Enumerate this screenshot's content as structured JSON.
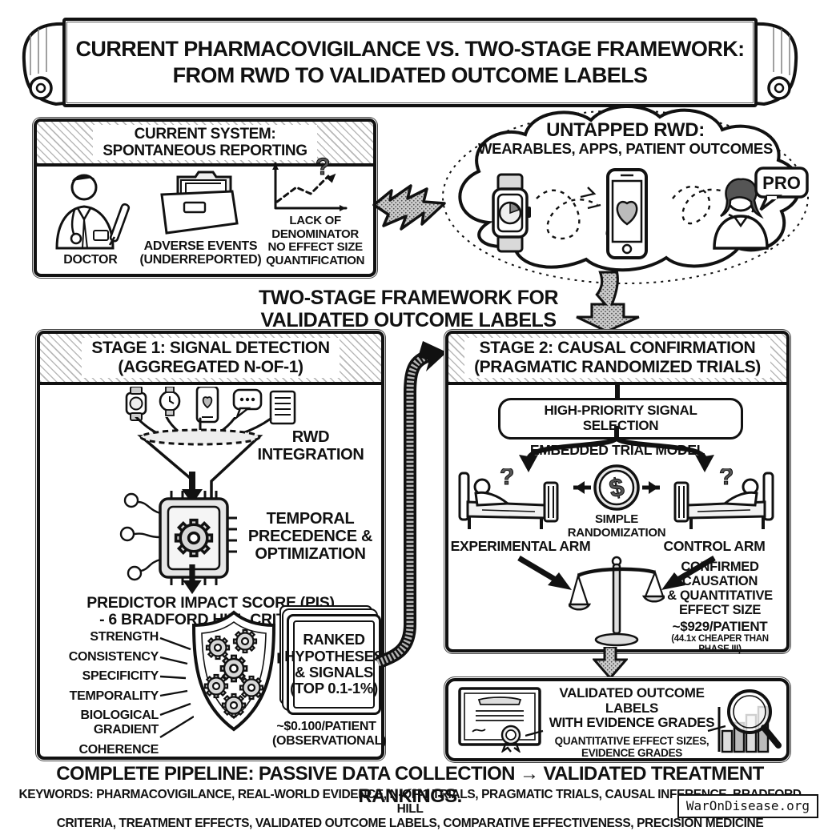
{
  "banner": {
    "title": "CURRENT PHARMACOVIGILANCE VS. TWO-STAGE FRAMEWORK:\nFROM RWD TO VALIDATED OUTCOME LABELS"
  },
  "current_system": {
    "header": "CURRENT SYSTEM:\nSPONTANEOUS REPORTING",
    "doctor_label": "DOCTOR",
    "adverse_label": "ADVERSE EVENTS\n(UNDERREPORTED)",
    "lack_label": "LACK OF\nDENOMINATOR\nNO EFFECT SIZE\nQUANTIFICATION"
  },
  "cloud": {
    "title_line1": "UNTAPPED RWD:",
    "title_line2": "WEARABLES, APPS, PATIENT OUTCOMES",
    "pro_badge": "PRO"
  },
  "framework_heading": "TWO-STAGE FRAMEWORK FOR\nVALIDATED OUTCOME LABELS",
  "stage1": {
    "header": "STAGE 1: SIGNAL DETECTION\n(AGGREGATED N-OF-1)",
    "rwd_integration": "RWD\nINTEGRATION",
    "temporal": "TEMPORAL\nPRECEDENCE &\nOPTIMIZATION",
    "pis": "PREDICTOR IMPACT SCORE (PIS)\n- 6 BRADFORD HILL CRITERIA",
    "criteria": [
      "STRENGTH",
      "CONSISTENCY",
      "SPECIFICITY",
      "TEMPORALITY",
      "BIOLOGICAL\nGRADIENT",
      "COHERENCE"
    ],
    "ranked": "RANKED\nHYPOTHESES\n& SIGNALS\n(TOP 0.1-1%)",
    "cost": "~$0.100/PATIENT\n(OBSERVATIONAL)"
  },
  "stage2": {
    "header": "STAGE 2: CAUSAL CONFIRMATION\n(PRAGMATIC RANDOMIZED TRIALS)",
    "signal_selection": "HIGH-PRIORITY SIGNAL SELECTION",
    "embedded": "EMBEDDED TRIAL MODEL",
    "randomization": "SIMPLE\nRANDOMIZATION",
    "experimental_arm": "EXPERIMENTAL ARM",
    "control_arm": "CONTROL ARM",
    "confirmed": "CONFIRMED\nCAUSATION\n& QUANTITATIVE\nEFFECT SIZE",
    "cost": "~$929/PATIENT",
    "cost_note": "(44.1x CHEAPER THAN PHASE III)"
  },
  "outcome_box": {
    "title": "VALIDATED OUTCOME LABELS\nWITH EVIDENCE GRADES",
    "subtitle": "QUANTITATIVE EFFECT SIZES,\nEVIDENCE GRADES"
  },
  "footer": {
    "pipeline": "COMPLETE PIPELINE: PASSIVE DATA COLLECTION → VALIDATED TREATMENT RANKINGS.",
    "keywords": "KEYWORDS: PHARMACOVIGILANCE, REAL-WORLD EVIDENCE, N-OF-1 TRIALS, PRAGMATIC TRIALS, CAUSAL INFERENCE, BRADFORD HILL\nCRITERIA, TREATMENT EFFECTS, VALIDATED OUTCOME LABELS, COMPARATIVE EFFECTIVENESS, PRECISION MEDICINE"
  },
  "watermark": "WarOnDisease.org",
  "glyphs": {
    "question_mark": "?",
    "dollar": "$"
  },
  "colors": {
    "ink": "#111111",
    "paper": "#ffffff",
    "stipple": "#c9c9c9"
  }
}
